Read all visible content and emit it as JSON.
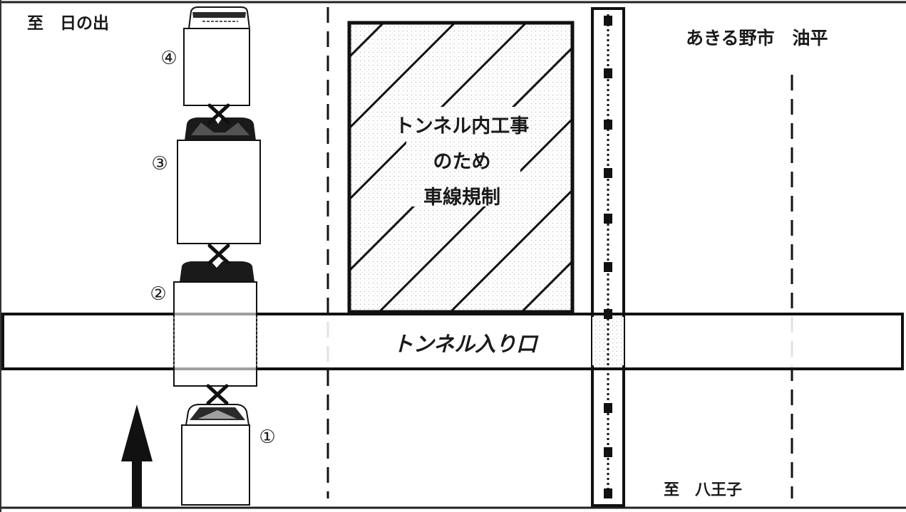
{
  "top_left_label": "至　日の出",
  "top_right_label": "あきる野市　油平",
  "bottom_label": "至　八王子",
  "tunnel_label": "トンネル入り口",
  "construction": {
    "line1": "トンネル内工事",
    "line2": "のため",
    "line3": "車線規制"
  },
  "vehicle_numbers": [
    "①",
    "②",
    "③",
    "④"
  ]
}
